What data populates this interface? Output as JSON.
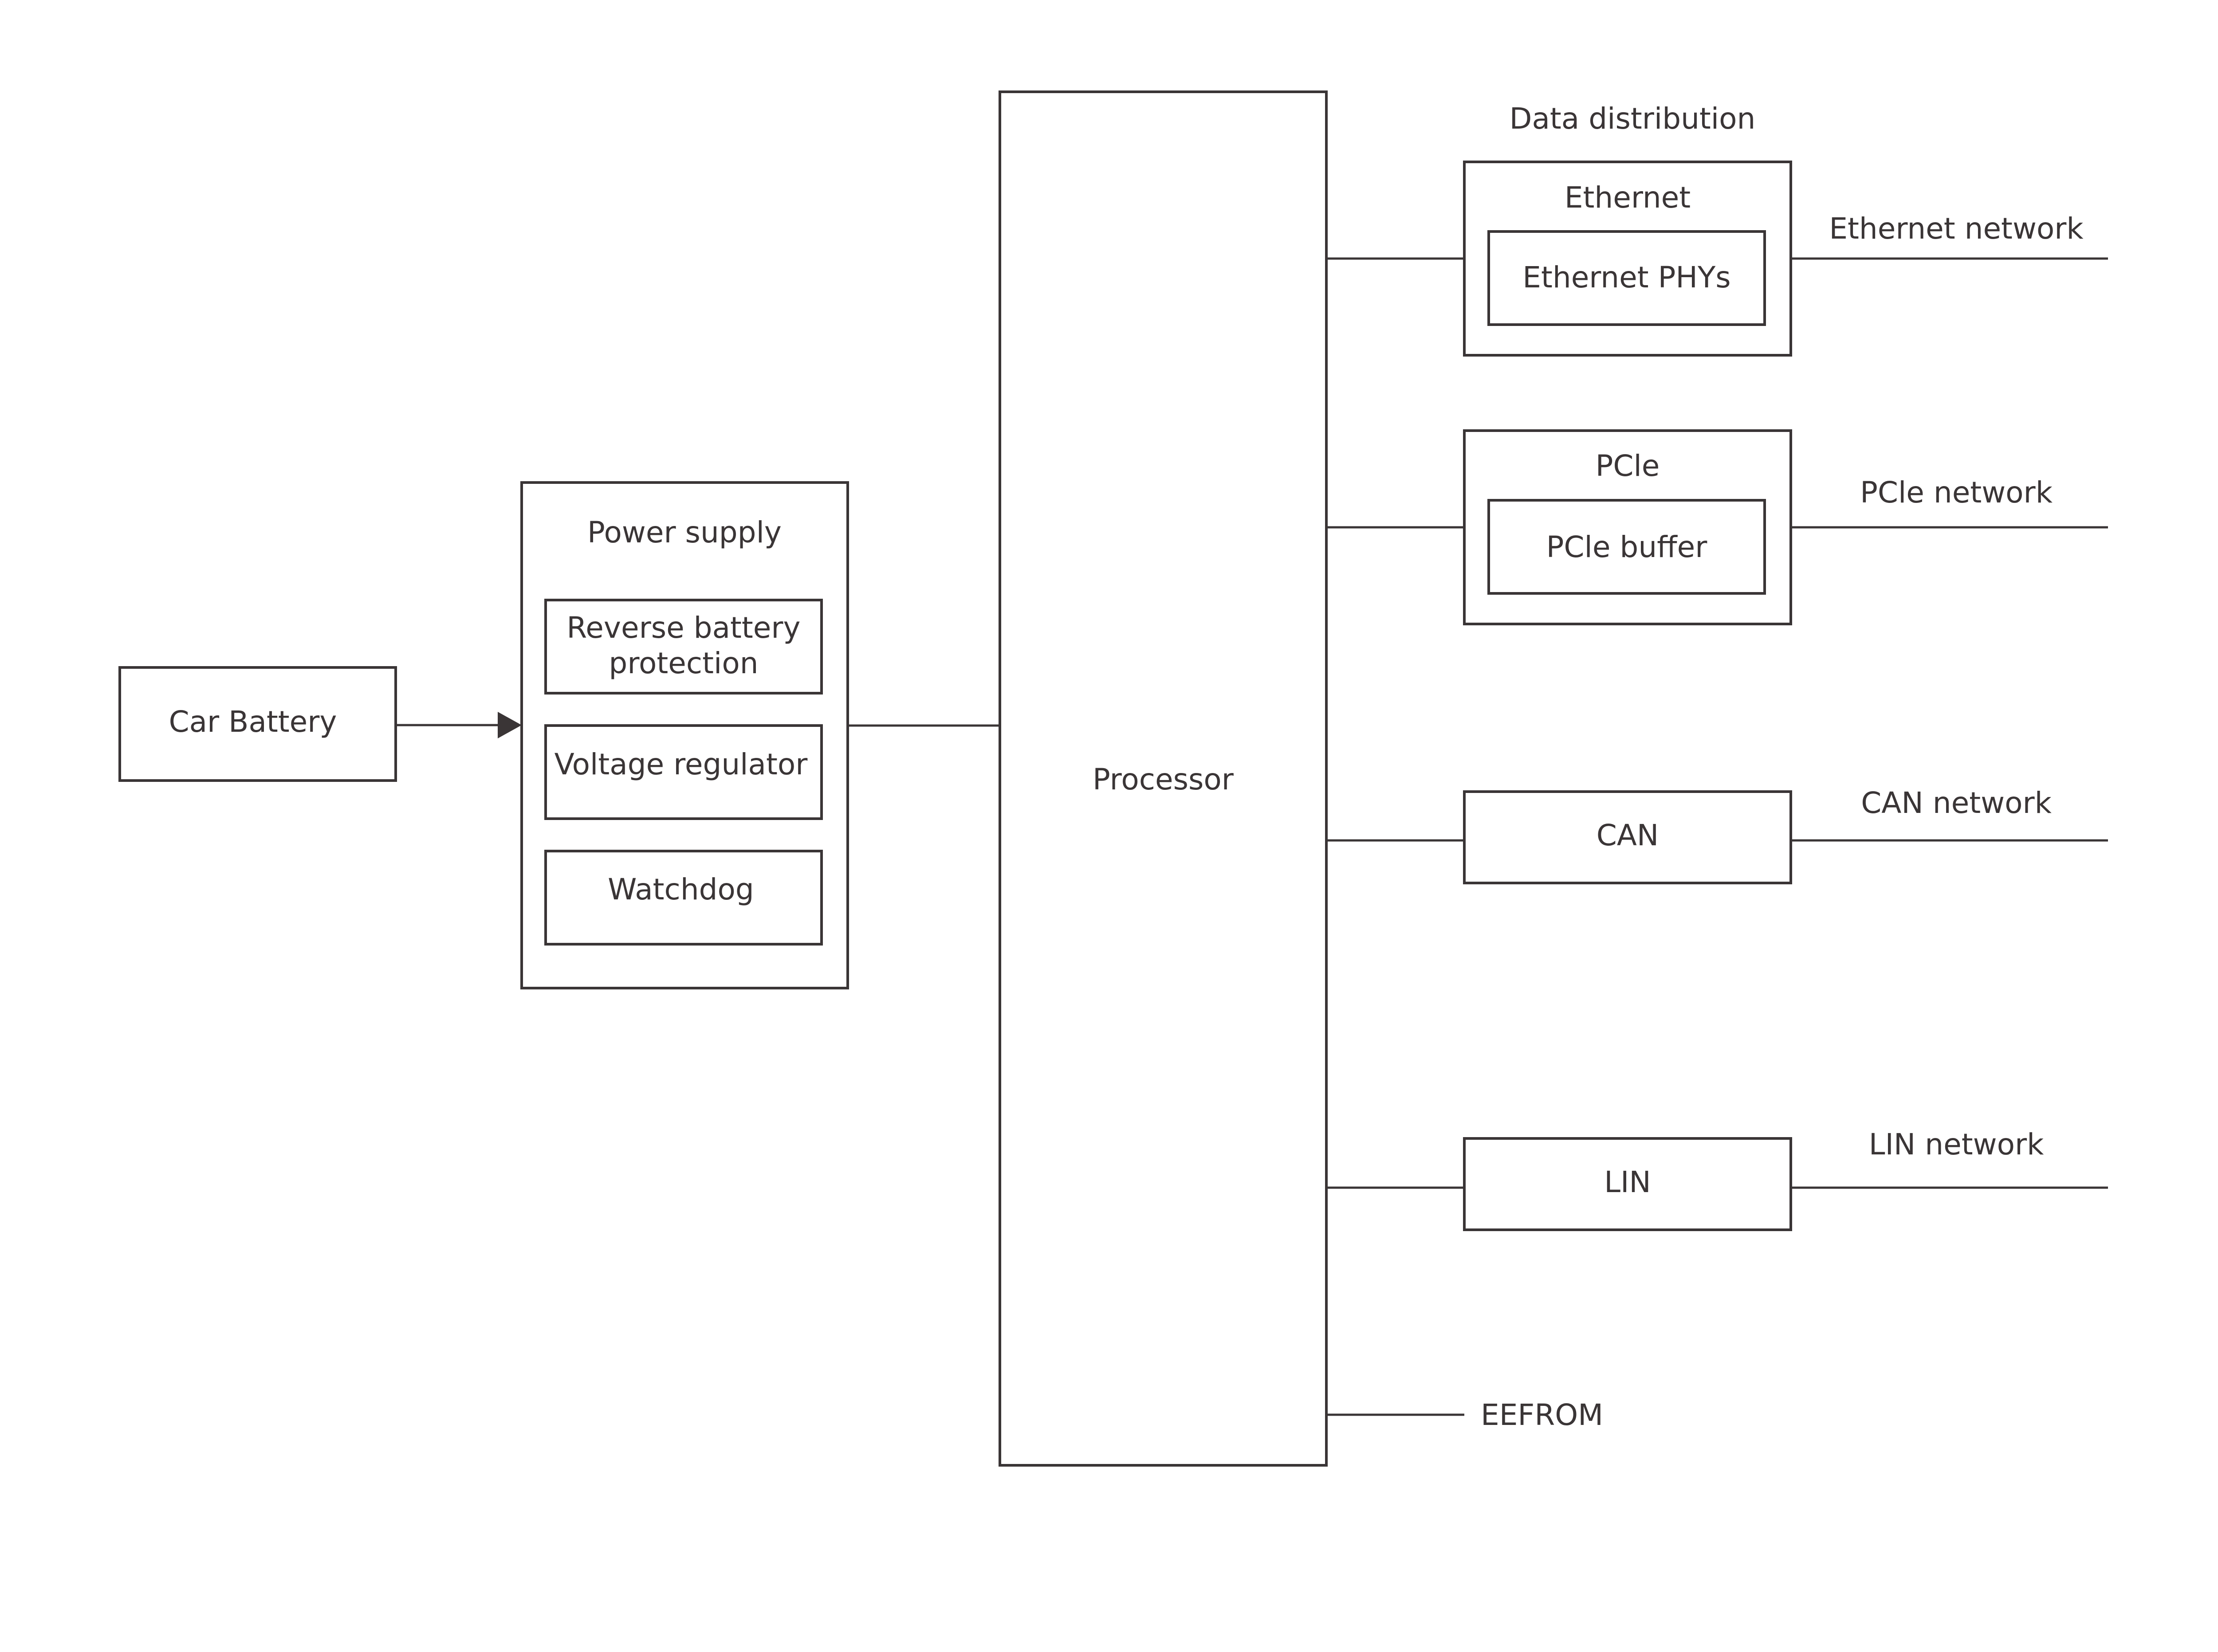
{
  "car_battery": {
    "label": "Car Battery"
  },
  "power_supply": {
    "title": "Power supply",
    "reverse_battery_line1": "Reverse battery",
    "reverse_battery_line2": "protection",
    "voltage_regulator": "Voltage regulator",
    "watchdog": "Watchdog"
  },
  "processor": {
    "label": "Processor"
  },
  "data_distribution": {
    "title": "Data distribution",
    "ethernet": {
      "title": "Ethernet",
      "inner": "Ethernet PHYs",
      "network": "Ethernet network"
    },
    "pcie": {
      "title": "PCle",
      "inner": "PCle buffer",
      "network": "PCle network"
    },
    "can": {
      "label": "CAN",
      "network": "CAN network"
    },
    "lin": {
      "label": "LIN",
      "network": "LIN network"
    },
    "eefrom": {
      "label": "EEFROM"
    }
  }
}
